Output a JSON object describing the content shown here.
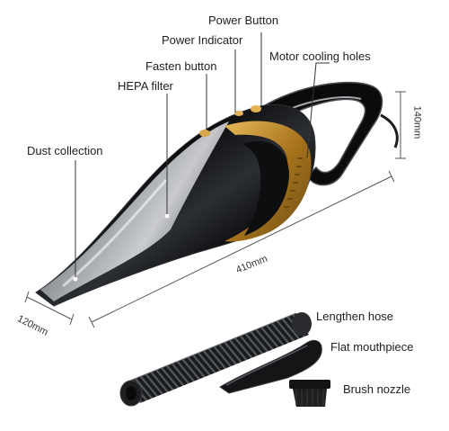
{
  "labels": {
    "power_button": "Power Button",
    "power_indicator": "Power Indicator",
    "fasten_button": "Fasten button",
    "motor_cooling_holes": "Motor cooling holes",
    "hepa_filter": "HEPA filter",
    "dust_collection": "Dust collection",
    "lengthen_hose": "Lengthen hose",
    "flat_mouthpiece": "Flat mouthpiece",
    "brush_nozzle": "Brush nozzle"
  },
  "dimensions": {
    "height": "140mm",
    "length": "410mm",
    "width": "120mm"
  },
  "colors": {
    "body_black": "#0b0b0c",
    "accent_gold": "#c8952d",
    "chrome": "#cfd3d8"
  }
}
